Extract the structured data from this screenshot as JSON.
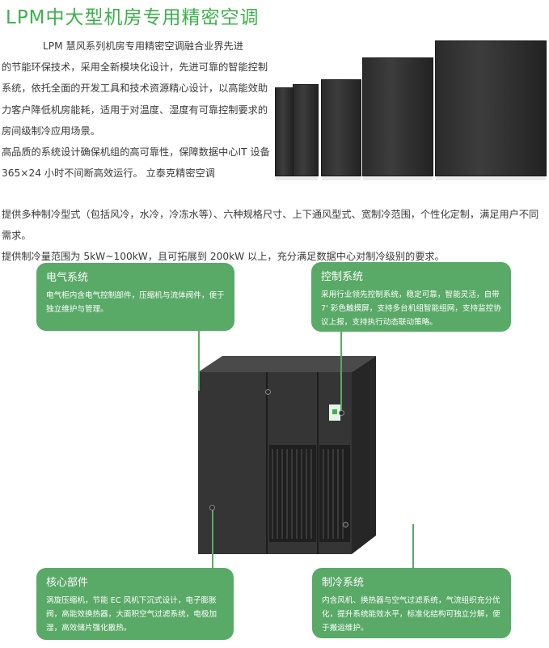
{
  "title": "LPM中大型机房专用精密空调",
  "intro": {
    "line1": "LPM 慧风系列机房专用精密空调融合业界先进",
    "rest": "的节能环保技术，采用全新模块化设计，先进可靠的智能控制系统，依托全面的开发工具和技术资源精心设计，以高能效助力客户降低机房能耗，适用于对温度、湿度有可靠控制要求的房间级制冷应用场景。",
    "line_b": "高品质的系统设计确保机组的高可靠性，保障数据中心IT 设备 365×24 小时不间断高效运行。 立泰克精密空调"
  },
  "para2": "提供多种制冷型式（包括风冷，水冷，冷冻水等）、六种规格尺寸、上下通风型式、宽制冷范围，个性化定制，满足用户不同需求。",
  "para3": "提供制冷量范围为 5kW~100kW，且可拓展到 200kW 以上，充分满足数据中心对制冷级别的要求。",
  "boxes": {
    "electrical": {
      "title": "电气系统",
      "text": "电气柜内含电气控制部件，压缩机与流体阀件，便于独立维护与管理。"
    },
    "control": {
      "title": "控制系统",
      "text": "采用行业领先控制系统，稳定可靠，智能灵活，自带 7' 彩色触摸屏，支持多台机组智能组网，支持监控协议上报，支持执行动态联动策略。"
    },
    "core": {
      "title": "核心部件",
      "text": "涡旋压缩机，节能 EC 风机下沉式设计，电子膨胀阀，高能效换热器，大面积空气过滤系统，电极加湿，高效储片强化散热。"
    },
    "cooling": {
      "title": "制冷系统",
      "text": "内含风机、换热器与空气过滤系统，气流组织充分优化，提升系统能效水平，标准化结构可独立分解，便于搬运维护。"
    }
  },
  "colors": {
    "accent": "#3cb24a",
    "box": "#59a967"
  }
}
